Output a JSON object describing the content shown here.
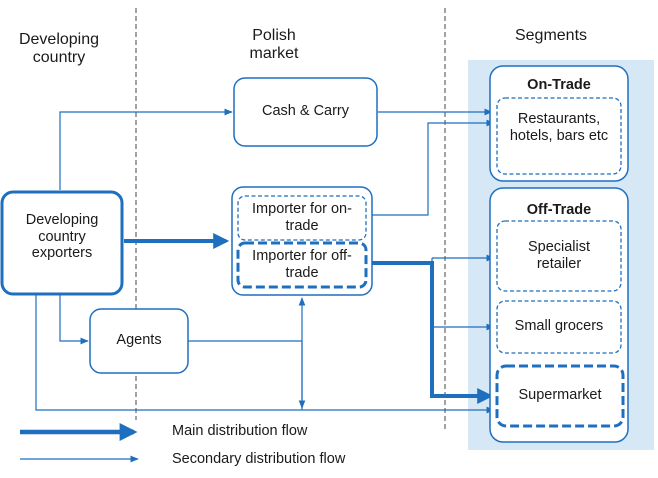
{
  "columns": {
    "developing_country": "Developing country",
    "polish_market": "Polish market",
    "segments": "Segments"
  },
  "nodes": {
    "exporters": "Developing country exporters",
    "cash_carry": "Cash & Carry",
    "importer_on": "Importer for on-trade",
    "importer_off": "Importer for off-trade",
    "agents": "Agents"
  },
  "segments": {
    "on_trade": {
      "title": "On-Trade",
      "items": [
        "Restaurants, hotels, bars etc"
      ]
    },
    "off_trade": {
      "title": "Off-Trade",
      "items": [
        "Specialist retailer",
        "Small grocers",
        "Supermarket"
      ]
    }
  },
  "legend": {
    "main": "Main distribution flow",
    "secondary": "Secondary distribution flow"
  },
  "colors": {
    "primary": "#1f6fbf",
    "panel": "#d6e8f5"
  }
}
